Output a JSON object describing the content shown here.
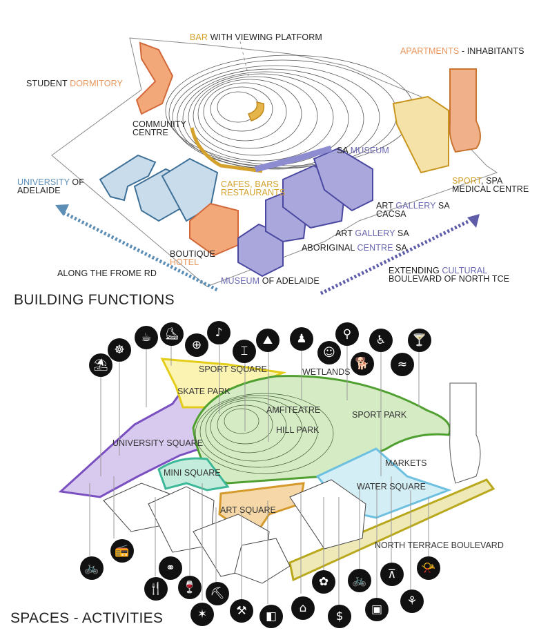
{
  "colors": {
    "dormitory": "#e8955c",
    "bar": "#d4a22c",
    "university": "#5b8db5",
    "museum": "#6a68b0",
    "sport_square": "#fbf3b2",
    "hill_park": "#d5ebc3",
    "university_square": "#d8c9ef",
    "mini_square": "#c3ecdc",
    "art_square": "#f6d8a8",
    "water_square": "#d4eef6",
    "north_terrace": "#efe9b8"
  },
  "building_functions": {
    "title": "BUILDING FUNCTIONS",
    "labels": {
      "bar": {
        "hl": "BAR",
        "rest": " WITH VIEWING PLATFORM"
      },
      "apartments": {
        "hl": "APARTMENTS",
        "rest": " - INHABITANTS"
      },
      "dormitory": {
        "pre": "STUDENT ",
        "hl": "DORMITORY"
      },
      "community": {
        "line1": "COMMUNITY",
        "line2": "CENTRE"
      },
      "sa_museum": {
        "pre": "SA ",
        "hl": "MUSEUM"
      },
      "university": {
        "hl": "UNIVERSITY",
        "rest": " OF",
        "line2": "ADELAIDE"
      },
      "cafes": {
        "line1": "CAFES, BARS",
        "line2": "RESTAURANTS"
      },
      "sport": {
        "hl": "SPORT",
        "rest": ", SPA",
        "line2": "MEDICAL CENTRE"
      },
      "art_gallery_cacsa": {
        "pre": "ART ",
        "hl": "GALLERY",
        "rest": " SA",
        "line2": "CACSA"
      },
      "art_gallery": {
        "pre": "ART ",
        "hl": "GALLERY",
        "rest": " SA"
      },
      "aboriginal": {
        "pre": "ABORIGINAL ",
        "hl": "CENTRE",
        "rest": " SA"
      },
      "boutique": {
        "line1": "BOUTIQUE",
        "hl": "HOTEL"
      },
      "frome": "ALONG THE FROME RD",
      "museum_adelaide": {
        "hl": "MUSEUM",
        "rest": " OF ADELAIDE"
      },
      "extending": {
        "pre": "EXTENDING ",
        "hl": "CULTURAL",
        "line2": "BOULEVARD OF NORTH TCE"
      }
    }
  },
  "spaces_activities": {
    "title": "SPACES - ACTIVITIES",
    "zones": {
      "sport_square": "SPORT SQUARE",
      "skate_park": "SKATE PARK",
      "wetlands": "WETLANDS",
      "amfiteatre": "AMFITEATRE",
      "hill_park": "HILL PARK",
      "sport_park": "SPORT PARK",
      "university_square": "UNIVERSITY SQUARE",
      "mini_square": "MINI SQUARE",
      "markets": "MARKETS",
      "water_square": "WATER SQUARE",
      "art_square": "ART SQUARE",
      "north_terrace": "NORTH TERRACE BOULEVARD"
    },
    "icons": [
      {
        "name": "sunbathing",
        "glyph": "⛱"
      },
      {
        "name": "meditation",
        "glyph": "☸"
      },
      {
        "name": "coffee",
        "glyph": "☕"
      },
      {
        "name": "rollerblading",
        "glyph": "⛸"
      },
      {
        "name": "football-field",
        "glyph": "⊕"
      },
      {
        "name": "dancing",
        "glyph": "♪"
      },
      {
        "name": "outdoor-gym",
        "glyph": "⌶"
      },
      {
        "name": "climbing",
        "glyph": "⛰"
      },
      {
        "name": "audience",
        "glyph": "♟"
      },
      {
        "name": "family",
        "glyph": "☺"
      },
      {
        "name": "stroller",
        "glyph": "⚲"
      },
      {
        "name": "dog-walking",
        "glyph": "🐕"
      },
      {
        "name": "accessible",
        "glyph": "♿"
      },
      {
        "name": "swimming",
        "glyph": "≈"
      },
      {
        "name": "cocktail-bar",
        "glyph": "🍸"
      },
      {
        "name": "cycling",
        "glyph": "🚲"
      },
      {
        "name": "music",
        "glyph": "📻"
      },
      {
        "name": "dining-table",
        "glyph": "⚭"
      },
      {
        "name": "restaurant",
        "glyph": "🍴"
      },
      {
        "name": "wine",
        "glyph": "🍷"
      },
      {
        "name": "hiking",
        "glyph": "⛏"
      },
      {
        "name": "acrobatics",
        "glyph": "✶"
      },
      {
        "name": "workshop",
        "glyph": "⚒"
      },
      {
        "name": "puzzle",
        "glyph": "◧"
      },
      {
        "name": "pavilion",
        "glyph": "⌂"
      },
      {
        "name": "flower",
        "glyph": "✿"
      },
      {
        "name": "market-stall",
        "glyph": "$"
      },
      {
        "name": "bicycle",
        "glyph": "🚲"
      },
      {
        "name": "cinema",
        "glyph": "▣"
      },
      {
        "name": "picnic",
        "glyph": "⊼"
      },
      {
        "name": "water-play",
        "glyph": "⚘"
      },
      {
        "name": "horn",
        "glyph": "📯"
      }
    ]
  }
}
